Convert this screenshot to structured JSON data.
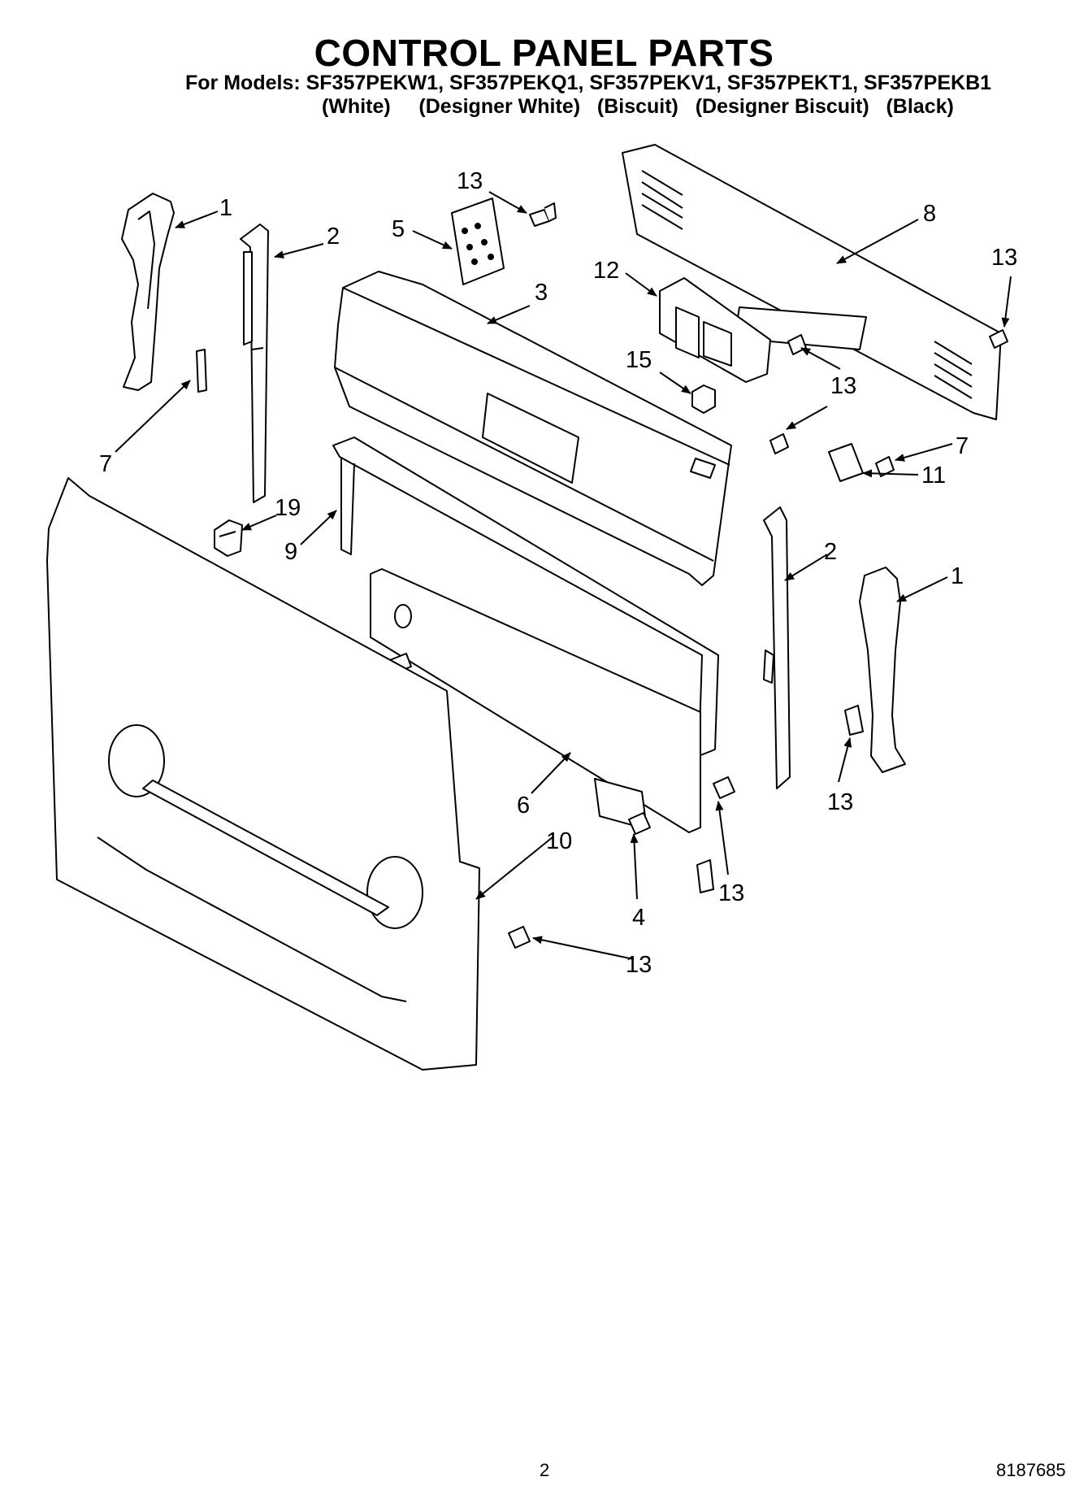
{
  "header": {
    "title": "CONTROL PANEL PARTS",
    "models_line": "For Models: SF357PEKW1, SF357PEKQ1, SF357PEKV1, SF357PEKT1, SF357PEKB1",
    "colors_line": "(White)     (Designer White)   (Biscuit)   (Designer Biscuit)   (Black)"
  },
  "callouts": {
    "c1a": "1",
    "c2a": "2",
    "c13a": "13",
    "c5": "5",
    "c3": "3",
    "c12": "12",
    "c8": "8",
    "c13b": "13",
    "c15": "15",
    "c13c": "13",
    "c7a": "7",
    "c7b": "7",
    "c11": "11",
    "c19": "19",
    "c9": "9",
    "c2b": "2",
    "c1b": "1",
    "c6": "6",
    "c10": "10",
    "c13d": "13",
    "c13e": "13",
    "c4": "4",
    "c13f": "13"
  },
  "footer": {
    "page_number": "2",
    "doc_number": "8187685"
  }
}
